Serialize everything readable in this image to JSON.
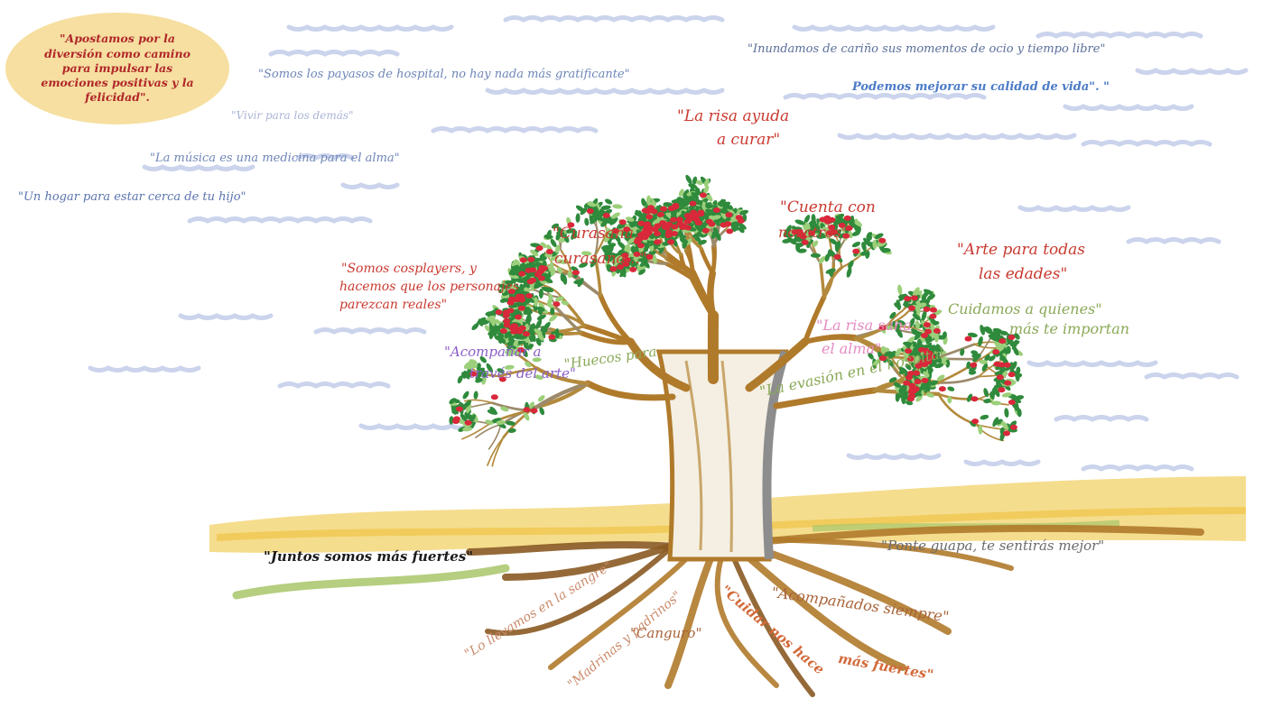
{
  "bubble": {
    "text": "\"Apostamos por la diversión como camino para impulsar las emociones positivas y la felicidad\".",
    "bg_color": "#f6dfa0",
    "text_color": "#b0262a"
  },
  "sky_quotes": {
    "payasos": "\"Somos los payasos de hospital, no hay nada más gratificante\"",
    "vivir": "\"Vivir para los demás\"",
    "musica": "\"La música es una medicina para el alma\"",
    "hogar": "\"Un hogar para estar cerca de tu hijo\"",
    "inundamos": "\"Inundamos de cariño sus momentos de ocio y tiempo libre\"",
    "podemos": "Podemos mejorar su calidad de vida\". \""
  },
  "canopy_quotes": {
    "risa_ayuda_1": "\"La risa ayuda",
    "risa_ayuda_2": "a curar\"",
    "cuenta_1": "\"Cuenta con",
    "cuenta_2": "nosotros\"",
    "curasana_1": "\"Curasana,",
    "curasana_2": "curasana...\"",
    "arte_edades_1": "\"Arte para todas",
    "arte_edades_2": "las edades\"",
    "cosplayers_1": "\"Somos cosplayers, y",
    "cosplayers_2": "hacemos que los personajes",
    "cosplayers_3": "parezcan reales\"",
    "cuidamos_1": "Cuidamos a quienes\"",
    "cuidamos_2": "más te importan",
    "risa_sana_1": "\"La risa sana",
    "risa_sana_2": "el alma\"",
    "acompanar_1": "\"Acompañar a",
    "acompanar_2": "través del arte\"",
    "huecos": "\"Huecos para",
    "evasion": "\"La evasión en el hospital"
  },
  "ground_quotes": {
    "juntos": "\"Juntos somos más fuertes\"",
    "ponte_guapa": "\"Ponte guapa, te sentirás mejor\"",
    "acompanados": "\"Acompañados siempre\"",
    "canguro": "\"Canguro\"",
    "llevamos": "\"Lo llevamos en la sangre\"",
    "madrinas": "\"Madrinas y padrinos\"",
    "fuertes_1": "\"Cuidar nos hace",
    "fuertes_2": "más fuertes\""
  },
  "colors": {
    "red_text": "#c93a30",
    "blue_text": "#6f86b8",
    "bold_blue": "#4b7bc8",
    "green_text": "#8aa957",
    "purple_text": "#8b5ec8",
    "pink_text": "#e58cc2",
    "brown_text": "#a8643a",
    "black_text": "#1b1b1b",
    "trunk_brown": "#b07a2b",
    "leaf_green": "#2f8a3c",
    "leaf_light": "#9ccf7a",
    "fruit_red": "#d8283a",
    "ground_yellow": "#f3d77a",
    "sky_strokes": "#b9c6e6"
  }
}
